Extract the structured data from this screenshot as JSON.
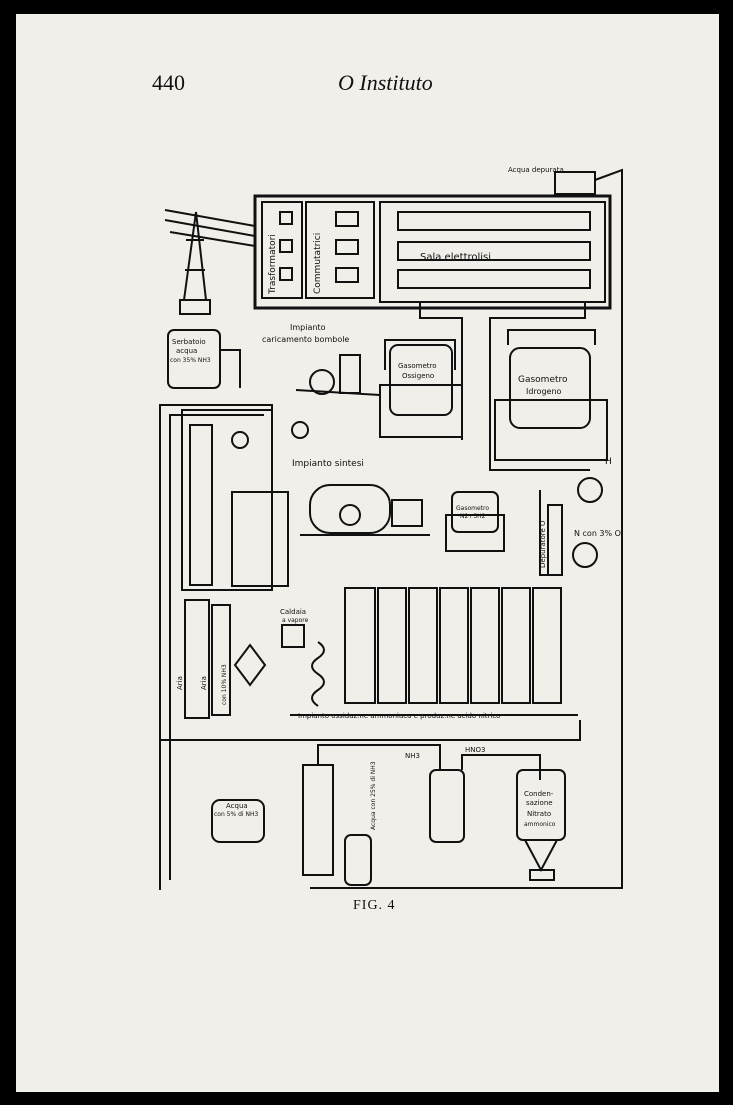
{
  "header": {
    "page_number": "440",
    "journal_title": "O Instituto"
  },
  "figure": {
    "caption": "FIG. 4",
    "labels": {
      "acqua_depurata": "Acqua depurata",
      "trasformatori": "Trasformatori",
      "commutatrici": "Commutatrici",
      "sala_elettrolisi": "Sala elettrolisi",
      "serbatoio": [
        "Serbatoio",
        "acqua",
        "con 35% NH3"
      ],
      "impianto_caricamento": [
        "Impianto",
        "caricamento bombole"
      ],
      "gasometro_ossigeno": [
        "Gasometro",
        "Ossigeno"
      ],
      "gasometro_idrogeno": [
        "Gasometro",
        "Idrogeno"
      ],
      "impianto_sintesi": "Impianto sintesi",
      "gasometro_n3h2": [
        "Gasometro",
        "N2+3H2"
      ],
      "depuratore": "Depuratore O",
      "h_label": "H",
      "n_label": "N con 3% O",
      "caldaia": [
        "Caldaia",
        "a vapore"
      ],
      "aria_left": "Aria",
      "aria_right": "Aria",
      "con_nh3": "con 10% NH3",
      "impianto_ossidaz": "Impianto ossidaz.ne ammoniaca e produz.ne acido nitrico",
      "nh3": "NH3",
      "hno3": "HNO3",
      "acqua_tank": [
        "Acqua",
        "con 5% di NH3"
      ],
      "acqua_vertical": "Acqua con 25% di NH3",
      "condensazione": [
        "Conden-",
        "sazione",
        "Nitrato",
        "ammonico"
      ]
    }
  }
}
